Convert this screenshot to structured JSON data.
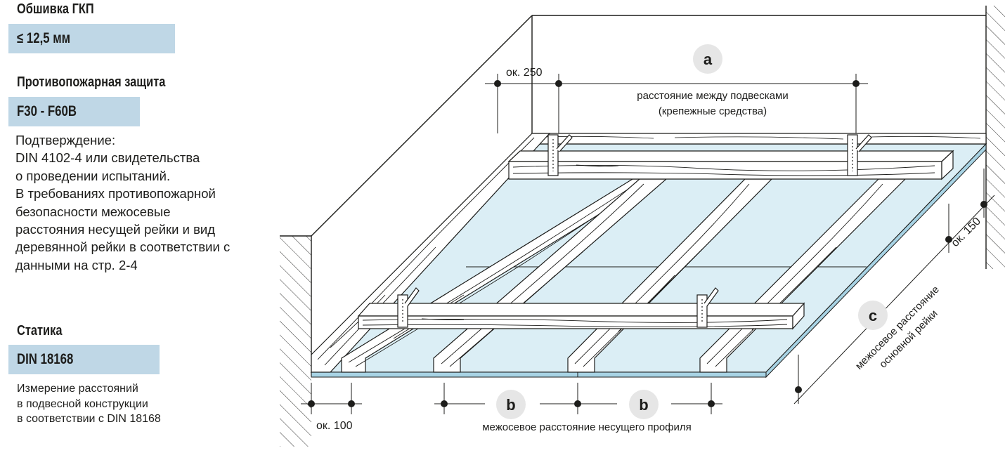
{
  "left_panel": {
    "cladding_heading": "Обшивка ГКП",
    "cladding_value": "≤ 12,5 мм",
    "fire_heading": "Противопожарная защита",
    "fire_value": "F30 - F60B",
    "confirmation_lines": [
      "Подтверждение:",
      "DIN 4102-4 или свидетельства",
      "о проведении испытаний.",
      "В требованиях противопожарной",
      "безопасности межосевые",
      "расстояния несущей рейки и вид",
      "деревянной рейки в соответствии с",
      "данными на стр. 2-4"
    ],
    "statics_heading": "Статика",
    "statics_value": "DIN 18168",
    "measurement_lines": [
      "Измерение расстояний",
      "в подвесной конструкции",
      "в соответствии с DIN 18168"
    ],
    "box_color": "#bfd7e6"
  },
  "diagram": {
    "label_approx_250": "ок. 250",
    "marker_a": "a",
    "label_hanger_line1": "расстояние между подвесками",
    "label_hanger_line2": "(крепежные средства)",
    "marker_b": "b",
    "label_approx_100": "ок. 100",
    "label_bearing_profile": "межосевое расстояние несущего профиля",
    "marker_c": "c",
    "label_main_rail_line1": "межосевое расстояние",
    "label_main_rail_line2": "основной рейки",
    "label_approx_150": "ок. 150",
    "colors": {
      "board": "#dbeef5",
      "board_edge": "#a8d3e4",
      "wood": "#ffffff",
      "line": "#1d1d1b",
      "marker_circle": "#e6e6e6"
    }
  }
}
